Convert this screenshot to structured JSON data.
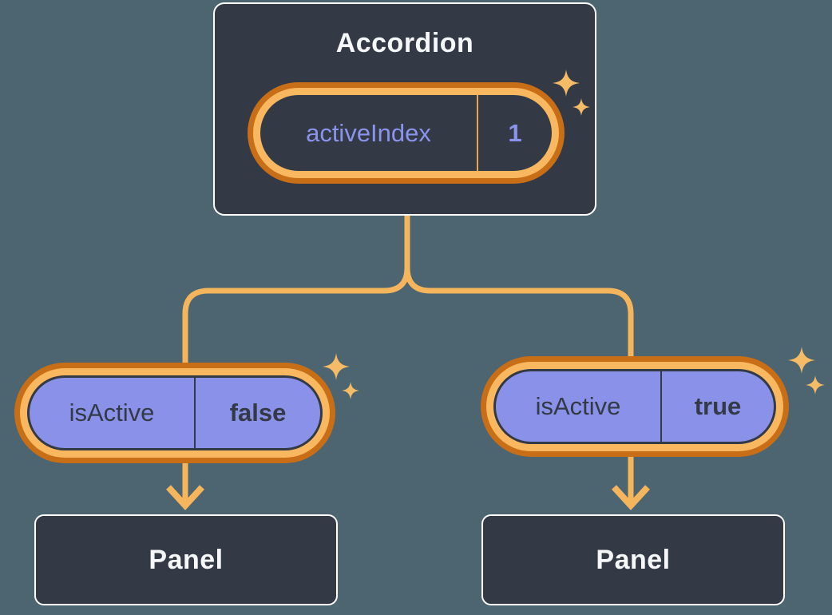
{
  "diagram": {
    "title_hint": "component tree: state passed down as props",
    "root": {
      "title": "Accordion",
      "state": {
        "name": "activeIndex",
        "value": "1"
      }
    },
    "children": [
      {
        "prop": {
          "name": "isActive",
          "value": "false"
        },
        "panel": {
          "title": "Panel"
        }
      },
      {
        "prop": {
          "name": "isActive",
          "value": "true"
        },
        "panel": {
          "title": "Panel"
        }
      }
    ]
  },
  "icons": {
    "sparkle": "four-point-star",
    "arrow": "down-arrow"
  },
  "colors": {
    "background": "#4D6570",
    "card_background": "#333A46",
    "card_border": "#FFFFFF",
    "ring_light": "#F9B85F",
    "ring_dark": "#C76E17",
    "connector": "#F5B55D",
    "pill_fill": "#8A91E8",
    "purple_text": "#8A94EC",
    "dark_text": "#333A46",
    "light_text": "#F6F7F9"
  }
}
